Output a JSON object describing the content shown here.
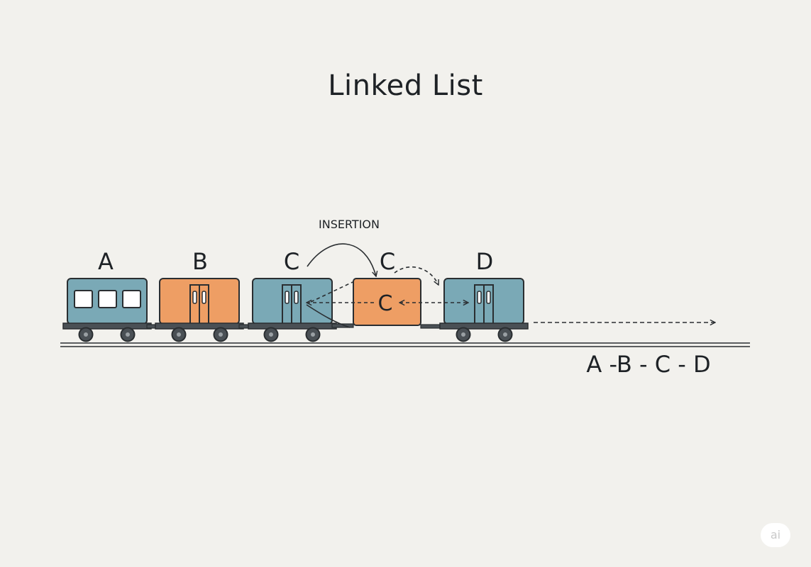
{
  "title": "Linked List",
  "annotation": "INSERTION",
  "sequence": "A -B - C - D",
  "watermark": "ai",
  "colors": {
    "background": "#f2f1ed",
    "teal_car": "#7aa9b6",
    "orange_car": "#ee9e64",
    "outline": "#2a2e31",
    "rail": "#2a2e31"
  },
  "cars": [
    {
      "label": "A",
      "color": "teal",
      "style": "windows"
    },
    {
      "label": "B",
      "color": "orange",
      "style": "doors"
    },
    {
      "label": "C",
      "color": "teal",
      "style": "doors"
    },
    {
      "label": "C",
      "color": "orange",
      "style": "inserted",
      "inner_label": "C"
    },
    {
      "label": "D",
      "color": "teal",
      "style": "doors"
    }
  ]
}
